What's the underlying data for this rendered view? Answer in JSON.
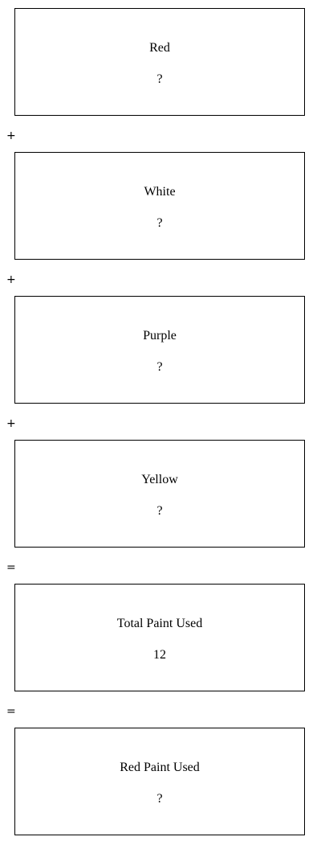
{
  "boxes": [
    {
      "label": "Red",
      "value": "?"
    },
    {
      "label": "White",
      "value": "?"
    },
    {
      "label": "Purple",
      "value": "?"
    },
    {
      "label": "Yellow",
      "value": "?"
    },
    {
      "label": "Total Paint Used",
      "value": "12"
    },
    {
      "label": "Red Paint Used",
      "value": "?"
    }
  ],
  "operators": [
    "+",
    "+",
    "+",
    "=",
    "="
  ]
}
